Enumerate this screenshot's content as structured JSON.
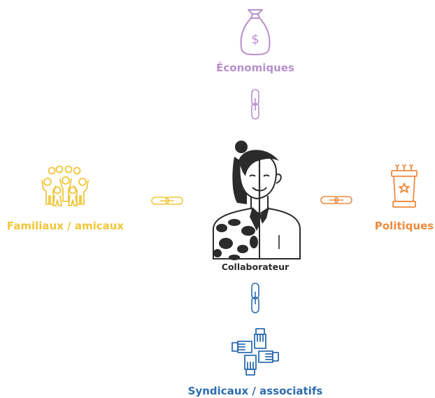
{
  "center": {
    "label": "Collaborateur"
  },
  "nodes": {
    "top": {
      "label": "Économiques",
      "color": "#b890cc",
      "icon": "money-bag-icon"
    },
    "left": {
      "label": "Familiaux / amicaux",
      "color": "#f0c63a",
      "icon": "family-group-icon"
    },
    "right": {
      "label": "Politiques",
      "color": "#ee8a3d",
      "icon": "podium-icon"
    },
    "bottom": {
      "label": "Syndicaux / associatifs",
      "color": "#2c6cb0",
      "icon": "joined-hands-icon"
    }
  },
  "links": {
    "color_top": "#b890cc",
    "color_left": "#f0c63a",
    "color_right": "#ee8a3d",
    "color_bottom": "#2c6cb0"
  }
}
